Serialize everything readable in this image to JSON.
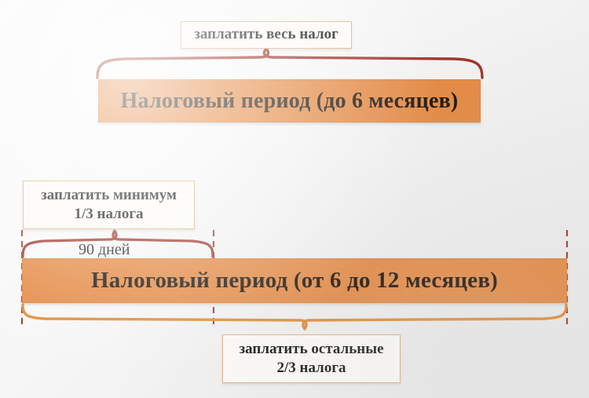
{
  "diagram": {
    "title_hidden": "",
    "colors": {
      "bar_fill": "#e4873f",
      "bar_border": "#d98038",
      "brace_dark": "#9e3028",
      "brace_orange": "#e08a34",
      "dash_line": "#a0342c",
      "callout_border": "#e2b184",
      "callout_fill": "#fdfbf7",
      "text": "#141414",
      "background": "#f4f4f4"
    },
    "sections": {
      "top": {
        "callout_label": "заплатить весь налог",
        "bar_label": "Налоговый период (до 6 месяцев)"
      },
      "bottom": {
        "callout_min_line1": "заплатить минимум",
        "callout_min_line2": "1/3 налога",
        "days_label": "90 дней",
        "bar_label": "Налоговый период (от 6 до 12 месяцев)",
        "callout_rest_line1": "заплатить остальные",
        "callout_rest_line2": "2/3 налога"
      }
    }
  }
}
